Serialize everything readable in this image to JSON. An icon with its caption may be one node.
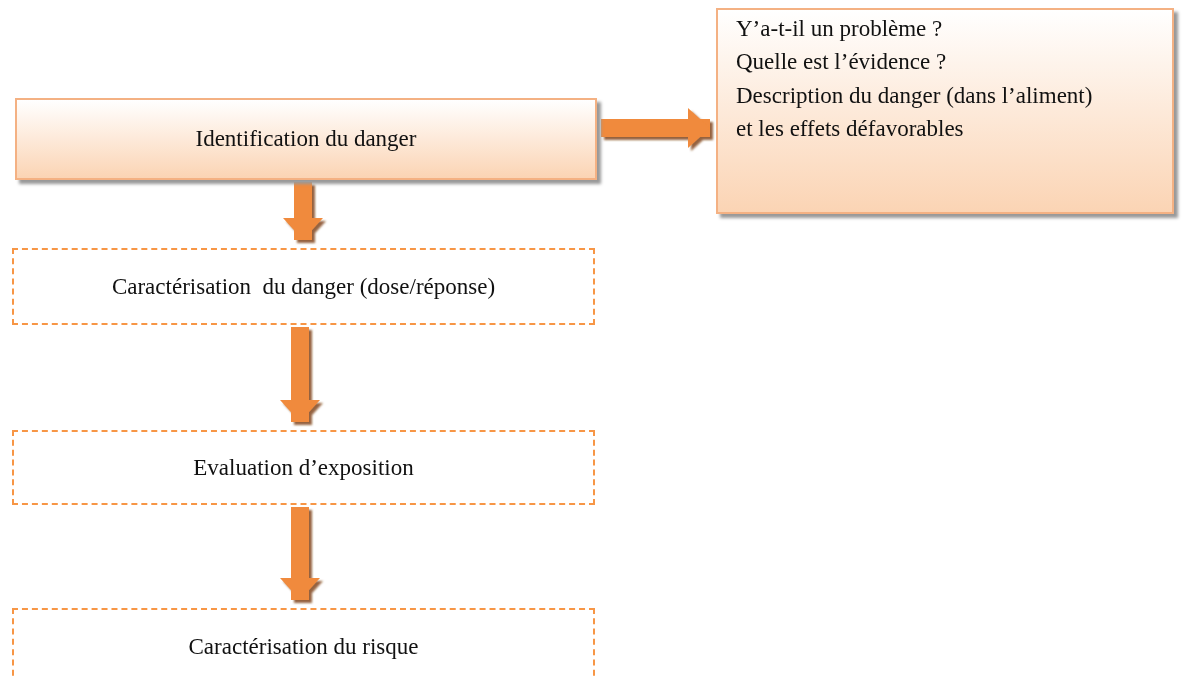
{
  "diagram": {
    "nodes": [
      {
        "text": [
          "Identification du danger"
        ]
      },
      {
        "text": [
          "Y’a-t-il un problème ?",
          "Quelle est l’évidence ?",
          "Description du danger (dans l’aliment) et les effets défavorables"
        ]
      },
      {
        "text": [
          "Caractérisation  du danger (dose/réponse)"
        ]
      },
      {
        "text": [
          "Evaluation d’exposition"
        ]
      },
      {
        "text": [
          "Caractérisation du risque"
        ]
      }
    ],
    "edges": [
      {
        "from": 0,
        "to": 1,
        "arrow": "to"
      },
      {
        "from": 0,
        "to": 2,
        "arrow": "to"
      },
      {
        "from": 2,
        "to": 3,
        "arrow": "to"
      },
      {
        "from": 3,
        "to": 4,
        "arrow": "to"
      }
    ]
  }
}
